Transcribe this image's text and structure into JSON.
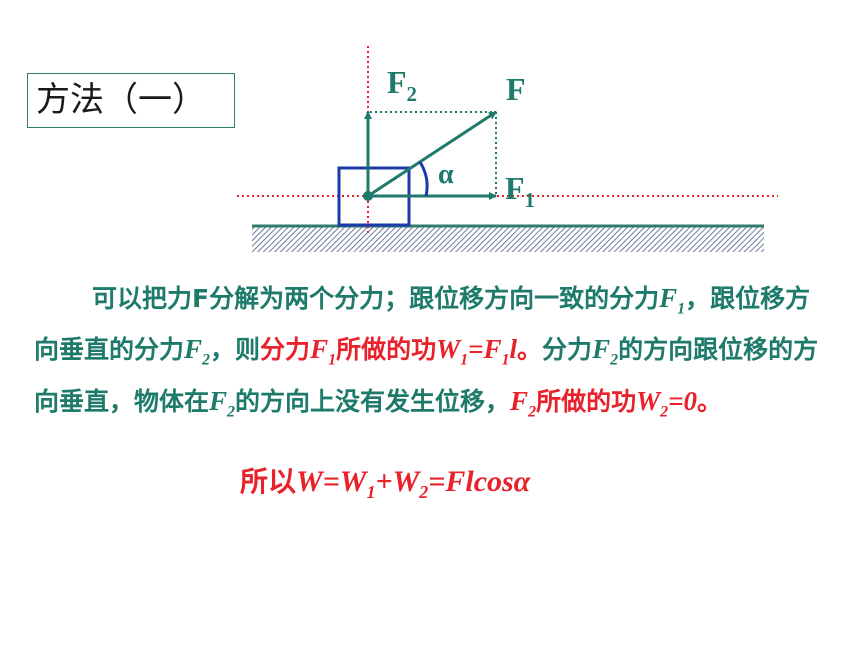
{
  "title": "方法（一）",
  "diagram": {
    "label_F": "F",
    "label_F1": "F",
    "label_F1_sub": "1",
    "label_F2": "F",
    "label_F2_sub": "2",
    "label_alpha": "α",
    "colors": {
      "guide": "#e8212b",
      "arrow": "#1e7a6b",
      "block": "#1c3aa9",
      "ground": "#2e7d6b"
    }
  },
  "paragraph": {
    "s1": "可以把力F分解为两个分力；跟位移方向一致的分力",
    "s2_var": "F",
    "s2_sub": "1",
    "s3": "，跟位移方向垂直的分力",
    "s4_var": "F",
    "s4_sub": "2",
    "s5": "，则",
    "r1": "分力",
    "r2_var": "F",
    "r2_sub": "1",
    "r3": "所做的功",
    "r4_var": "W",
    "r4_sub": "1",
    "r5_var": "=F",
    "r5_sub": "1",
    "r6_var": "l",
    "r7": "。",
    "s6": "分力",
    "s7_var": "F",
    "s7_sub": "2",
    "s8": "的方向跟位移的方向垂直，物体在",
    "s9_var": "F",
    "s9_sub": "2",
    "s10": "的方向上没有发生位移，",
    "r8_var": "F",
    "r8_sub": "2",
    "r9": "所做的功",
    "r10_var": "W",
    "r10_sub": "2",
    "r11_var": "=0",
    "r12": "。"
  },
  "result": {
    "prefix": "所以",
    "v1": "W=W",
    "s1": "1",
    "v2": "+W",
    "s2": "2",
    "v3": "=Flcosα"
  }
}
